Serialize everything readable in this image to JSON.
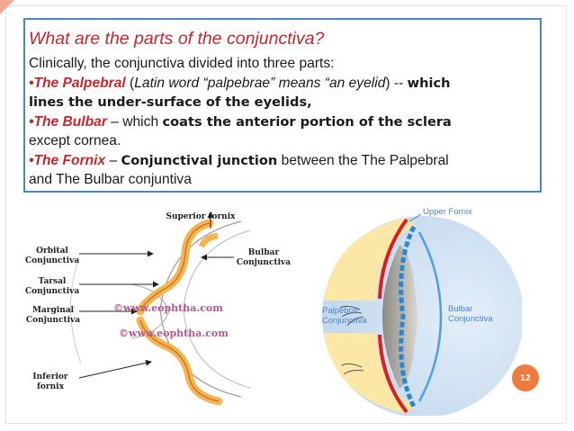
{
  "slide": {
    "title": "What are the parts of the conjunctiva?",
    "intro": "Clinically, the conjunctiva divided into three parts:",
    "item1": {
      "bullet_term": "•The Palpebral",
      "paren_open": " (",
      "latin": "Latin word “palpebrae” means “an eyelid",
      "paren_close": ") -- ",
      "bold_a": "which",
      "bold_b": "lines the under-surface of the eyelids,"
    },
    "item2": {
      "bullet_term": "•The Bulbar",
      "mid": " – which ",
      "bold": "coats the anterior portion of the sclera",
      "tail": "except cornea."
    },
    "item3": {
      "bullet_term": "•The Fornix",
      "mid": " – ",
      "bold": "Conjunctival junction",
      "rest": " between the The Palpebral",
      "tail": "and The Bulbar  conjuntiva"
    },
    "page_number": "12"
  },
  "diagram_left": {
    "superior_fornix": "Superior fornix",
    "orbital": [
      "Orbital",
      "Conjunctiva"
    ],
    "tarsal": [
      "Tarsal",
      "Conjunctiva"
    ],
    "marginal": [
      "Marginal",
      "Conjunctiva"
    ],
    "bulbar": [
      "Bulbar",
      "Conjunctiva"
    ],
    "inferior": [
      "Inferior",
      "fornix"
    ],
    "watermark_1": "©www.eophtha.com",
    "watermark_2": "©www.eophtha.com"
  },
  "diagram_right": {
    "upper_fornix": "Upper Fornix",
    "palpebral": [
      "Palpebral",
      "Conjunctiva"
    ],
    "bulbar": [
      "Bulbar",
      "Conjunctiva"
    ]
  },
  "colors": {
    "accent_red": "#c0282d",
    "box_border": "#4a86c5",
    "page_badge": "#f07a3d"
  }
}
